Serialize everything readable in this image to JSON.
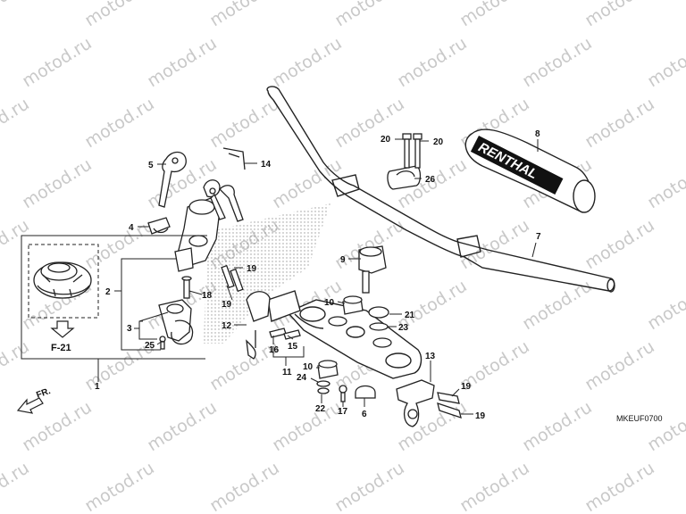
{
  "watermark": "motod.ru",
  "diagram_code": "MKEUF0700",
  "front_indicator": "FR.",
  "figure_ref": "F-21",
  "brand_logo_text": "RENTHAL",
  "callouts": [
    {
      "id": "c1",
      "label": "1"
    },
    {
      "id": "c2",
      "label": "2"
    },
    {
      "id": "c3",
      "label": "3"
    },
    {
      "id": "c4",
      "label": "4"
    },
    {
      "id": "c5",
      "label": "5"
    },
    {
      "id": "c6",
      "label": "6"
    },
    {
      "id": "c7",
      "label": "7"
    },
    {
      "id": "c8",
      "label": "8"
    },
    {
      "id": "c9",
      "label": "9"
    },
    {
      "id": "c10a",
      "label": "10"
    },
    {
      "id": "c10b",
      "label": "10"
    },
    {
      "id": "c11",
      "label": "11"
    },
    {
      "id": "c12",
      "label": "12"
    },
    {
      "id": "c13",
      "label": "13"
    },
    {
      "id": "c14",
      "label": "14"
    },
    {
      "id": "c15",
      "label": "15"
    },
    {
      "id": "c16",
      "label": "16"
    },
    {
      "id": "c17",
      "label": "17"
    },
    {
      "id": "c18",
      "label": "18"
    },
    {
      "id": "c19a",
      "label": "19"
    },
    {
      "id": "c19b",
      "label": "19"
    },
    {
      "id": "c19c",
      "label": "19"
    },
    {
      "id": "c19d",
      "label": "19"
    },
    {
      "id": "c20a",
      "label": "20"
    },
    {
      "id": "c20b",
      "label": "20"
    },
    {
      "id": "c21",
      "label": "21"
    },
    {
      "id": "c22",
      "label": "22"
    },
    {
      "id": "c23",
      "label": "23"
    },
    {
      "id": "c24",
      "label": "24"
    },
    {
      "id": "c25",
      "label": "25"
    },
    {
      "id": "c26",
      "label": "26"
    }
  ]
}
